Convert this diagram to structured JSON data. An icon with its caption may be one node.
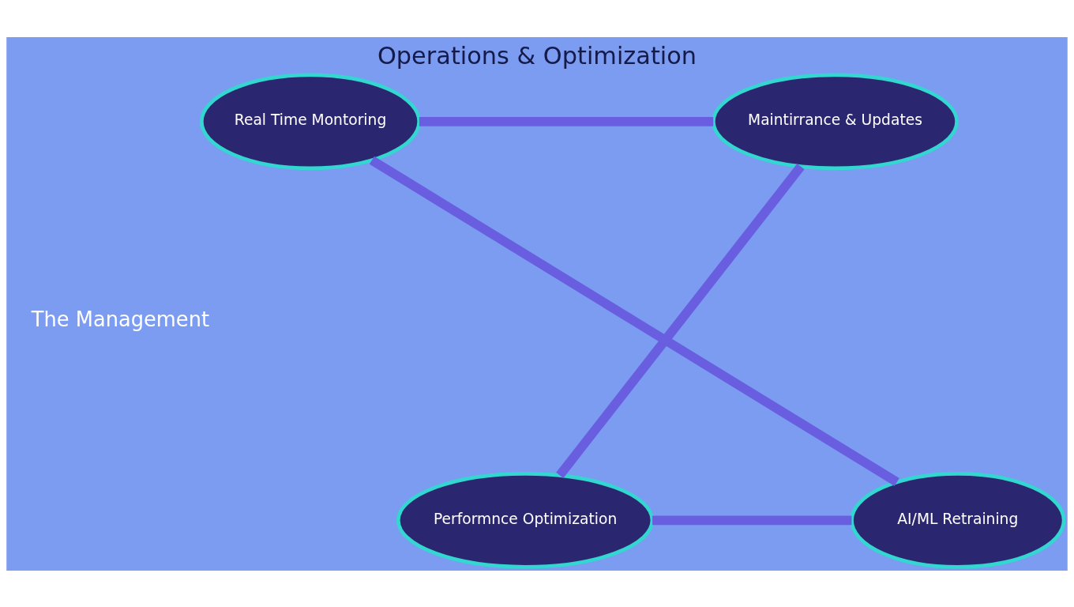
{
  "diagram": {
    "title": "Operations & Optimization",
    "nodes": [
      {
        "text": [
          "Real Time Montoring"
        ]
      },
      {
        "text": [
          "Maintirrance & Updates"
        ]
      },
      {
        "text": [
          "AI/ML Retraining"
        ]
      },
      {
        "text": [
          "Performnce Optimization"
        ]
      }
    ],
    "edges": [
      {
        "from": 0,
        "to": 1,
        "arrow": "none"
      },
      {
        "from": 1,
        "to": 3,
        "arrow": "none"
      },
      {
        "from": 3,
        "to": 2,
        "arrow": "none"
      },
      {
        "from": 2,
        "to": 0,
        "arrow": "none"
      }
    ],
    "labels": [
      "The Management"
    ]
  }
}
